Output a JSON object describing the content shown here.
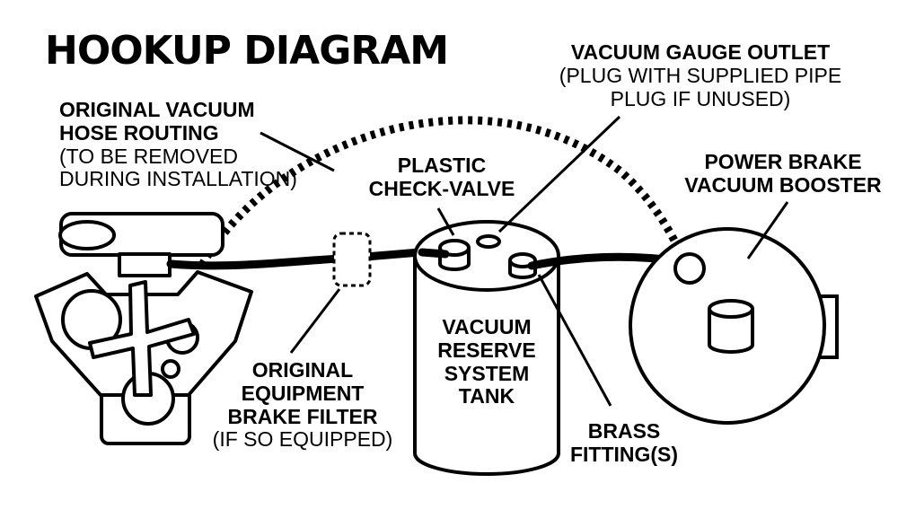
{
  "title": "HOOKUP DIAGRAM",
  "labels": {
    "original_hose": {
      "bold_lines": [
        "ORIGINAL VACUUM",
        "HOSE ROUTING"
      ],
      "normal_lines": [
        "(TO BE REMOVED",
        "DURING INSTALLATION)"
      ]
    },
    "check_valve": {
      "lines": [
        "PLASTIC",
        "CHECK-VALVE"
      ]
    },
    "gauge_outlet": {
      "bold_lines": [
        "VACUUM GAUGE OUTLET"
      ],
      "normal_lines": [
        "(PLUG WITH SUPPLIED PIPE",
        "PLUG IF UNUSED)"
      ]
    },
    "booster": {
      "lines": [
        "POWER BRAKE",
        "VACUUM BOOSTER"
      ]
    },
    "tank": {
      "lines": [
        "VACUUM",
        "RESERVE",
        "SYSTEM",
        "TANK"
      ]
    },
    "filter": {
      "bold_lines": [
        "ORIGINAL",
        "EQUIPMENT",
        "BRAKE FILTER"
      ],
      "normal_lines": [
        "(IF SO EQUIPPED)"
      ]
    },
    "brass": {
      "lines": [
        "BRASS",
        "FITTING(S)"
      ]
    }
  },
  "colors": {
    "ink": "#000000",
    "paper": "#ffffff"
  },
  "icons": [
    "engine-icon",
    "vacuum-tank-icon",
    "brake-booster-icon",
    "inline-filter-icon"
  ]
}
